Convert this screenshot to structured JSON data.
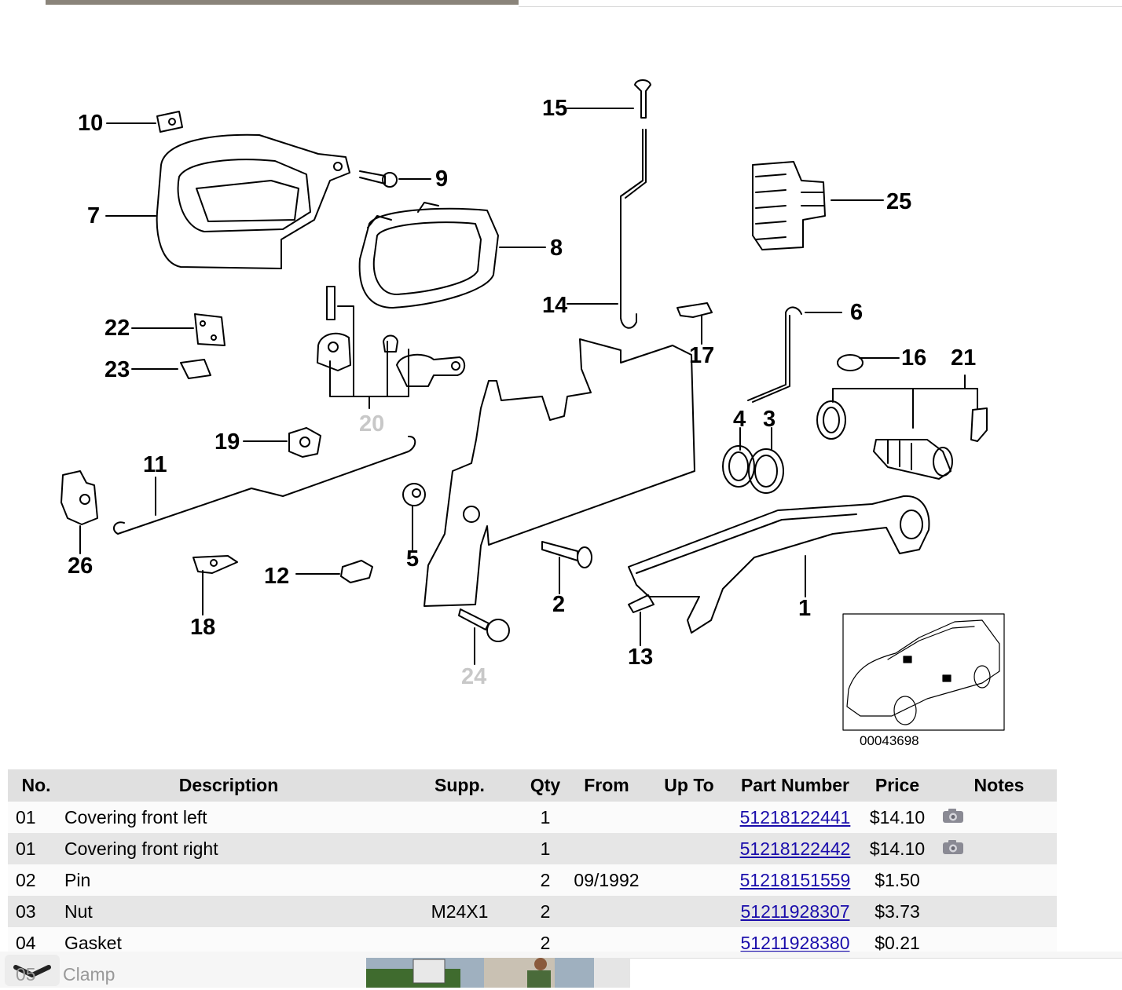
{
  "diagram": {
    "code": "00043698",
    "callouts": [
      "10",
      "7",
      "9",
      "8",
      "15",
      "14",
      "25",
      "6",
      "17",
      "16",
      "21",
      "22",
      "23",
      "20",
      "4",
      "3",
      "19",
      "11",
      "5",
      "26",
      "2",
      "1",
      "12",
      "18",
      "13",
      "24"
    ]
  },
  "table": {
    "headers": {
      "no": "No.",
      "description": "Description",
      "supp": "Supp.",
      "qty": "Qty",
      "from": "From",
      "up_to": "Up To",
      "part_number": "Part Number",
      "price": "Price",
      "notes": "Notes"
    },
    "rows": [
      {
        "no": "01",
        "description": "Covering front left",
        "supp": "",
        "qty": "1",
        "from": "",
        "up_to": "",
        "part_number": "51218122441",
        "price": "$14.10",
        "note_icon": "camera-icon"
      },
      {
        "no": "01",
        "description": "Covering front right",
        "supp": "",
        "qty": "1",
        "from": "",
        "up_to": "",
        "part_number": "51218122442",
        "price": "$14.10",
        "note_icon": "camera-icon"
      },
      {
        "no": "02",
        "description": "Pin",
        "supp": "",
        "qty": "2",
        "from": "09/1992",
        "up_to": "",
        "part_number": "51218151559",
        "price": "$1.50",
        "note_icon": ""
      },
      {
        "no": "03",
        "description": "Nut",
        "supp": "M24X1",
        "qty": "2",
        "from": "",
        "up_to": "",
        "part_number": "51211928307",
        "price": "$3.73",
        "note_icon": ""
      },
      {
        "no": "04",
        "description": "Gasket",
        "supp": "",
        "qty": "2",
        "from": "",
        "up_to": "",
        "part_number": "51211928380",
        "price": "$0.21",
        "note_icon": ""
      }
    ],
    "partial_row": {
      "no": "05",
      "description": "Clamp"
    }
  },
  "bottom_bar": {
    "toggle_icon": "chevron-down-icon"
  },
  "colors": {
    "header_bg": "#e0e0e0",
    "row_alt": "#e6e6e6",
    "link": "#1a0dab"
  }
}
